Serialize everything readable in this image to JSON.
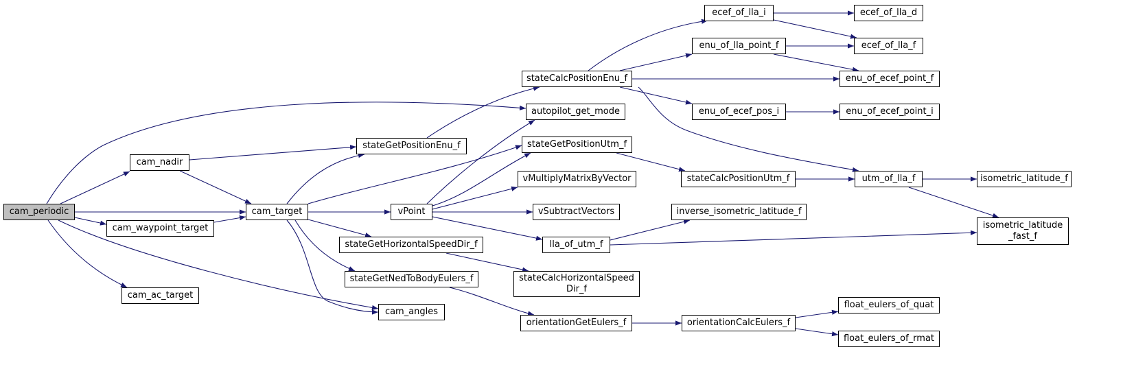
{
  "graph": {
    "edge_color": "#191970",
    "root_fill": "#bfbfbf",
    "nodes": {
      "cam_periodic": "cam_periodic",
      "cam_nadir": "cam_nadir",
      "cam_target": "cam_target",
      "cam_waypoint_target": "cam_waypoint_target",
      "cam_ac_target": "cam_ac_target",
      "cam_angles": "cam_angles",
      "stateGetPositionEnu_f": "stateGetPositionEnu_f",
      "stateGetHorizontalSpeedDir_f": "stateGetHorizontalSpeedDir_f",
      "stateGetNedToBodyEulers_f": "stateGetNedToBodyEulers_f",
      "vPoint": "vPoint",
      "stateCalcPositionEnu_f": "stateCalcPositionEnu_f",
      "autopilot_get_mode": "autopilot_get_mode",
      "stateGetPositionUtm_f": "stateGetPositionUtm_f",
      "vMultiplyMatrixByVector": "vMultiplyMatrixByVector",
      "vSubtractVectors": "vSubtractVectors",
      "lla_of_utm_f": "lla_of_utm_f",
      "stateCalcHorizontalSpeedDir_f_line1": "stateCalcHorizontalSpeed",
      "stateCalcHorizontalSpeedDir_f_line2": "Dir_f",
      "orientationGetEulers_f": "orientationGetEulers_f",
      "ecef_of_lla_i": "ecef_of_lla_i",
      "enu_of_lla_point_f": "enu_of_lla_point_f",
      "enu_of_ecef_pos_i": "enu_of_ecef_pos_i",
      "stateCalcPositionUtm_f": "stateCalcPositionUtm_f",
      "inverse_isometric_latitude_f": "inverse_isometric_latitude_f",
      "orientationCalcEulers_f": "orientationCalcEulers_f",
      "ecef_of_lla_d": "ecef_of_lla_d",
      "ecef_of_lla_f": "ecef_of_lla_f",
      "enu_of_ecef_point_f": "enu_of_ecef_point_f",
      "enu_of_ecef_point_i": "enu_of_ecef_point_i",
      "utm_of_lla_f": "utm_of_lla_f",
      "isometric_latitude_f": "isometric_latitude_f",
      "isometric_latitude_fast_f_line1": "isometric_latitude",
      "isometric_latitude_fast_f_line2": "_fast_f",
      "float_eulers_of_quat": "float_eulers_of_quat",
      "float_eulers_of_rmat": "float_eulers_of_rmat"
    }
  }
}
